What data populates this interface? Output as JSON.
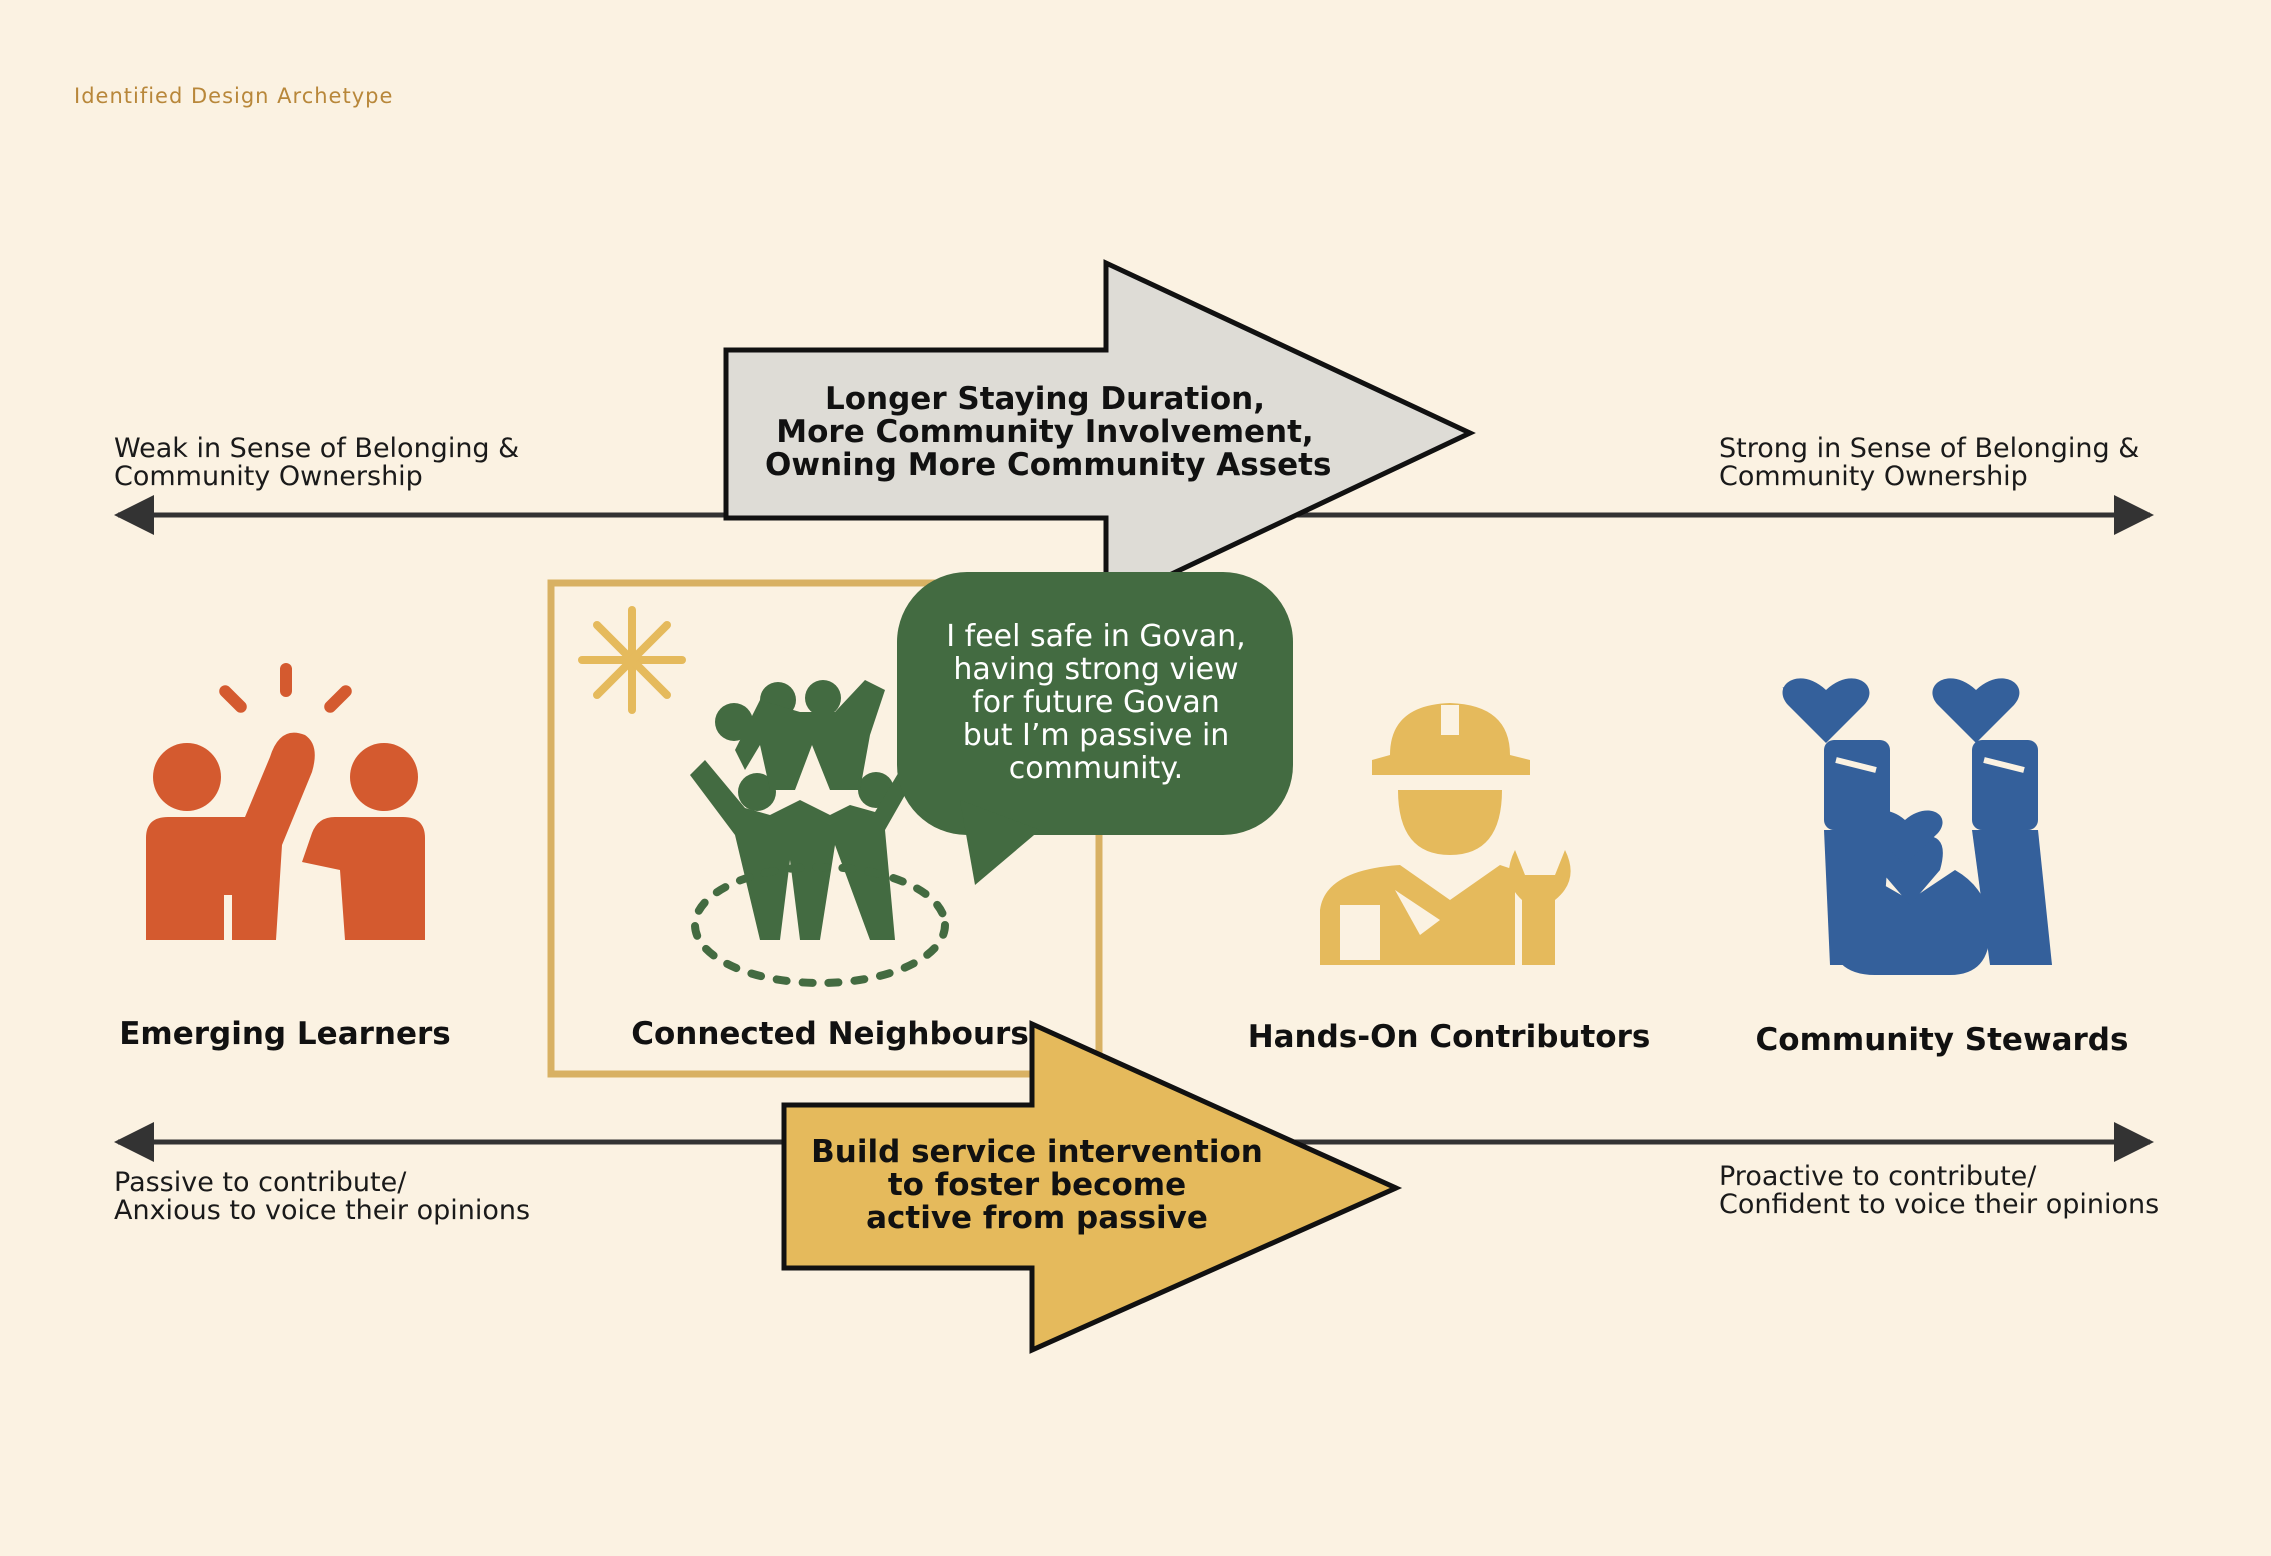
{
  "page_label": "Identified Design Archetype",
  "axes": {
    "top_left_text": [
      "Weak in Sense of Belonging &",
      "Community Ownership"
    ],
    "top_right_text": [
      "Strong in Sense of Belonging &",
      "Community Ownership"
    ],
    "bottom_left_text": [
      "Passive to contribute/",
      "Anxious to voice their opinions"
    ],
    "bottom_right_text": [
      "Proactive to contribute/",
      "Confident to voice their opinions"
    ]
  },
  "top_arrow": {
    "lines": [
      "Longer Staying Duration,",
      "More Community Involvement,",
      "Owning More Community Assets"
    ]
  },
  "bottom_arrow": {
    "lines": [
      "Build service intervention",
      "to foster become",
      "active from passive"
    ]
  },
  "speech_bubble": {
    "lines": [
      "I feel safe in Govan,",
      "having strong view",
      "for future Govan",
      "but I’m passive in",
      "community."
    ]
  },
  "archetypes": [
    {
      "label": "Emerging Learners",
      "icon": "high-five-icon",
      "color": "#D45A2F"
    },
    {
      "label": "Connected Neighbours",
      "icon": "community-group-icon",
      "color": "#436B41",
      "highlighted": true
    },
    {
      "label": "Hands-On Contributors",
      "icon": "worker-wrench-icon",
      "color": "#E5BA5C"
    },
    {
      "label": "Community Stewards",
      "icon": "raised-hands-hearts-icon",
      "color": "#34609B"
    }
  ],
  "colors": {
    "background": "#FBF2E2",
    "page_label": "#B8873A",
    "top_arrow_fill": "#DEDCD6",
    "bottom_arrow_fill": "#E5BA5C",
    "highlight_frame": "#D8B163",
    "bubble": "#436B41",
    "axis_line": "#333333"
  }
}
